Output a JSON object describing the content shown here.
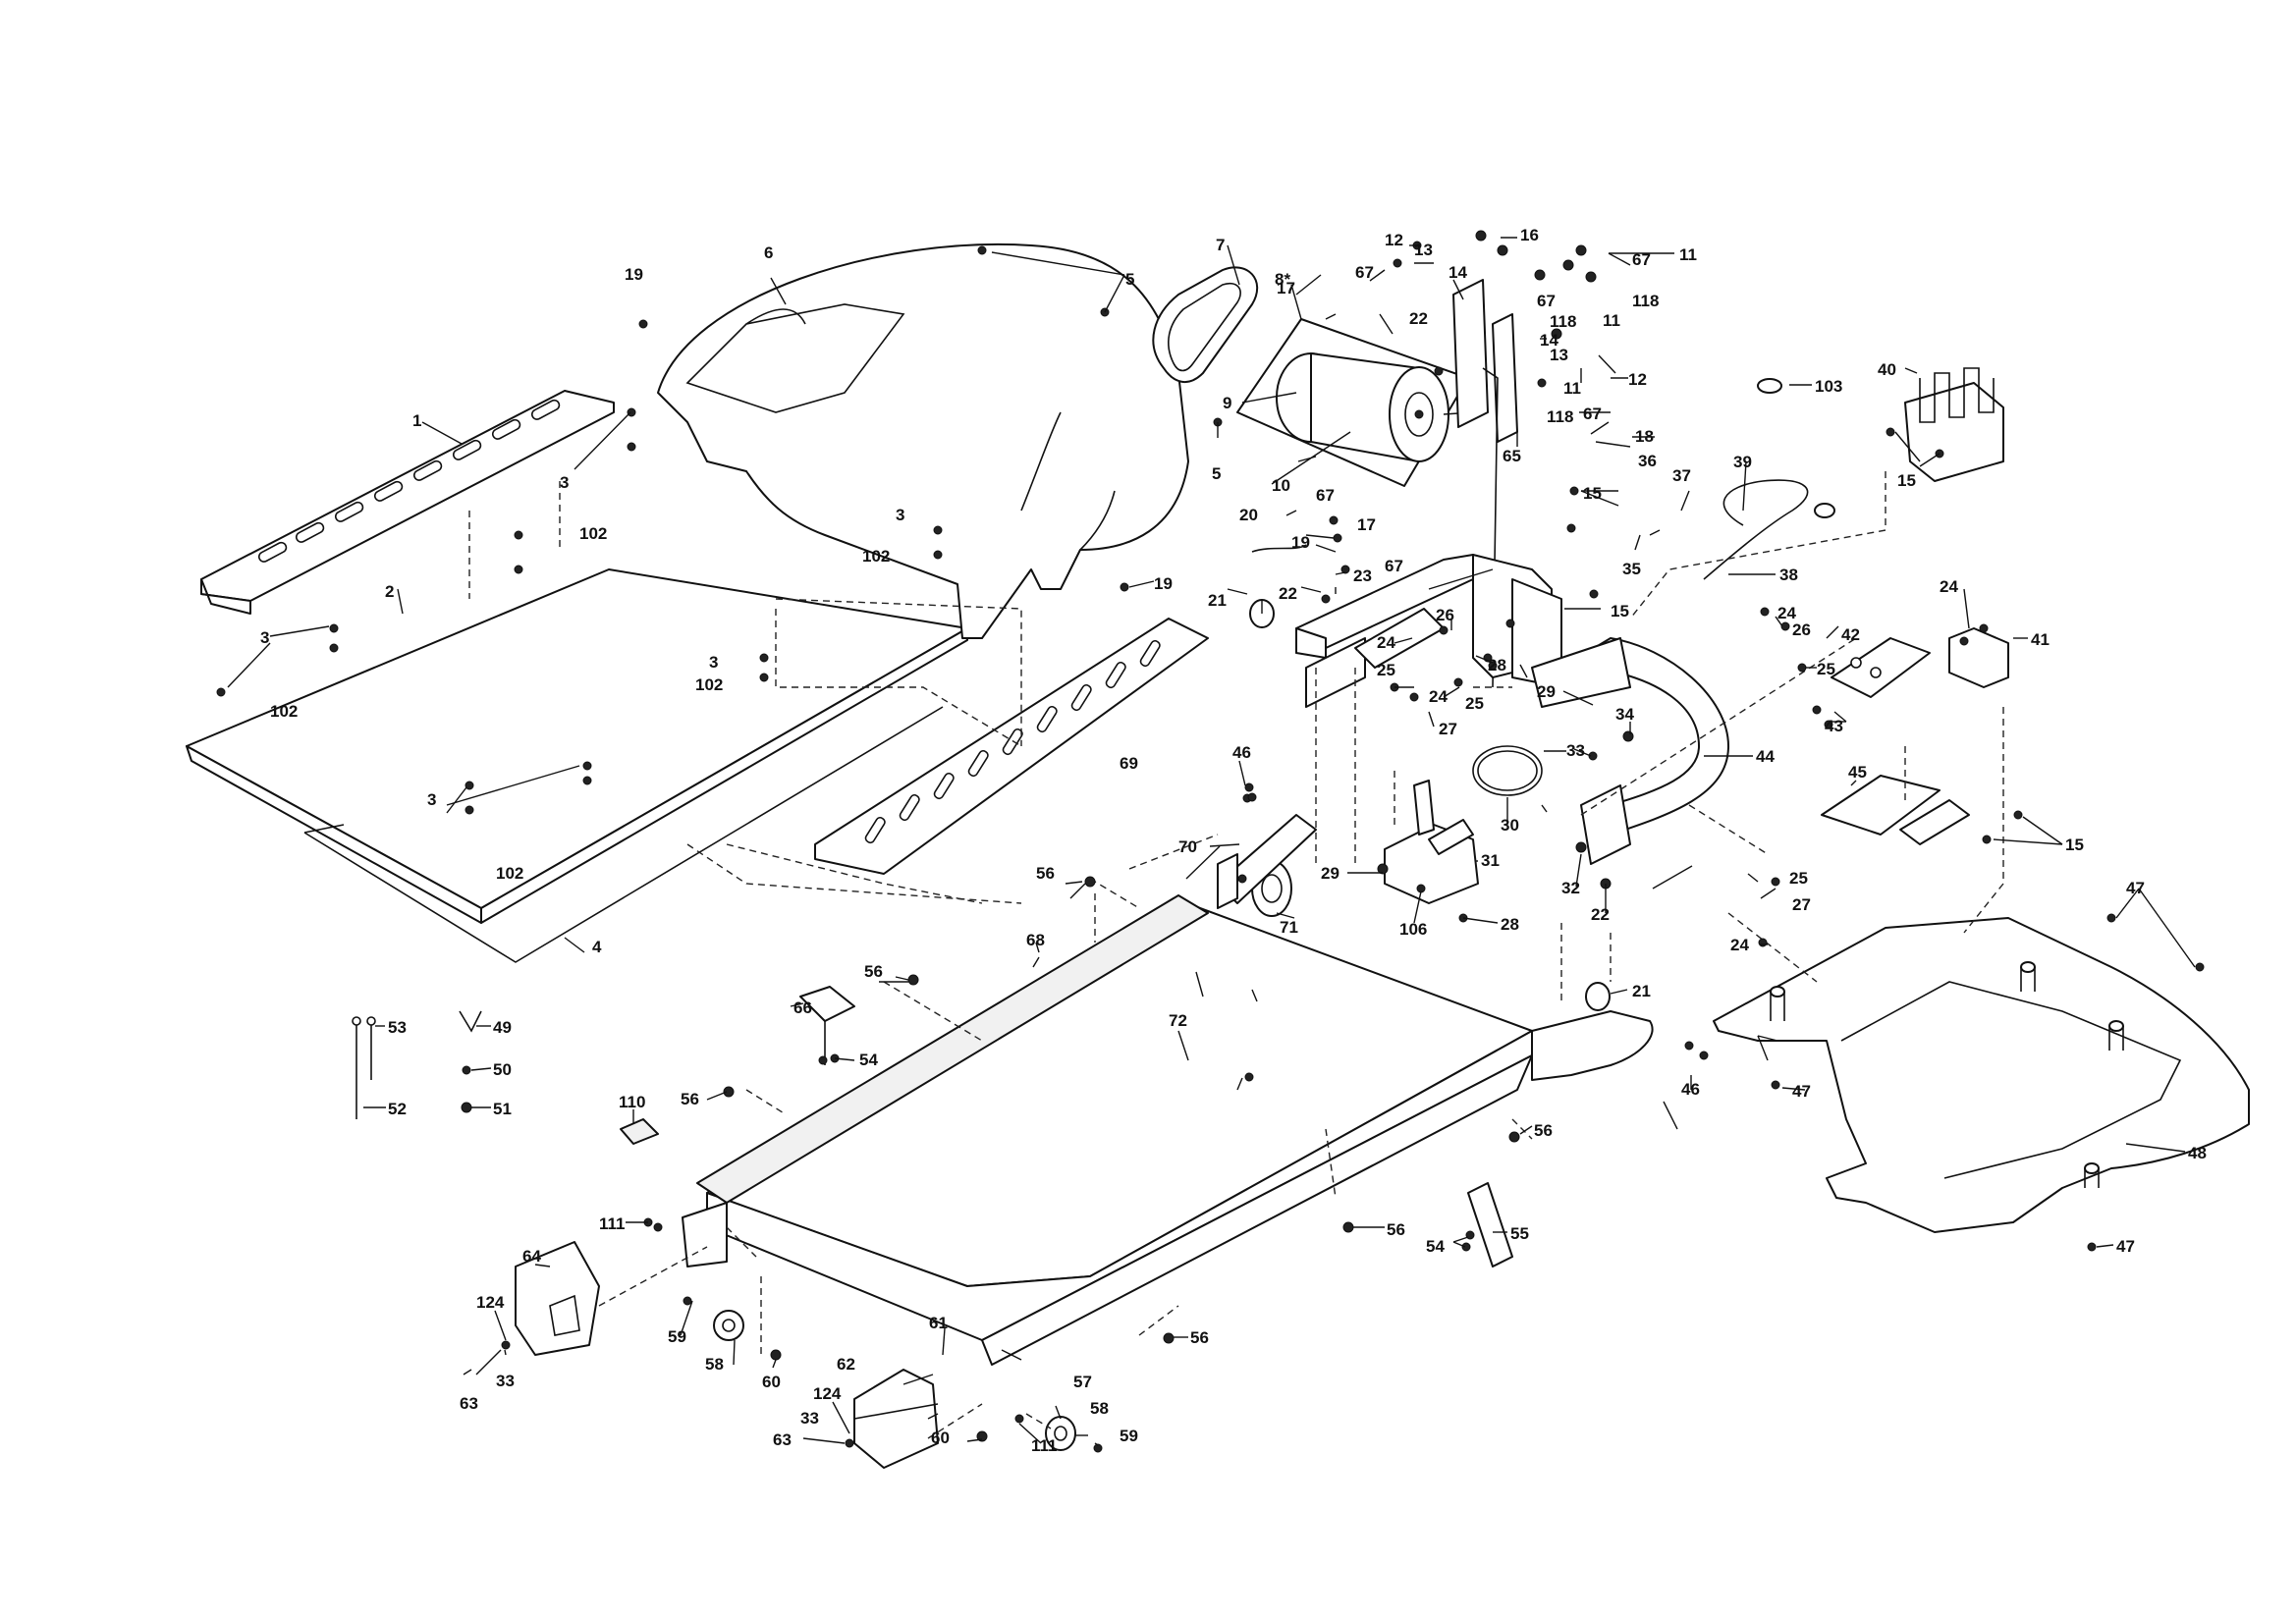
{
  "callouts": {
    "n1": "1",
    "n2": "2",
    "n3": "3",
    "n4": "4",
    "n5": "5",
    "n6": "6",
    "n7": "7",
    "n8": "8*",
    "n9": "9",
    "n10": "10",
    "n11": "11",
    "n12": "12",
    "n13": "13",
    "n14": "14",
    "n15": "15",
    "n16": "16",
    "n17": "17",
    "n18": "18",
    "n19": "19",
    "n20": "20",
    "n21": "21",
    "n22": "22",
    "n23": "23",
    "n24": "24",
    "n25": "25",
    "n26": "26",
    "n27": "27",
    "n28": "28",
    "n29": "29",
    "n30": "30",
    "n31": "31",
    "n32": "32",
    "n33": "33",
    "n34": "34",
    "n35": "35",
    "n36": "36",
    "n37": "37",
    "n38": "38",
    "n39": "39",
    "n40": "40",
    "n41": "41",
    "n42": "42",
    "n43": "43",
    "n44": "44",
    "n45": "45",
    "n46": "46",
    "n47": "47",
    "n48": "48",
    "n49": "49",
    "n50": "50",
    "n51": "51",
    "n52": "52",
    "n53": "53",
    "n54": "54",
    "n55": "55",
    "n56": "56",
    "n57": "57",
    "n58": "58",
    "n59": "59",
    "n60": "60",
    "n61": "61",
    "n62": "62",
    "n63": "63",
    "n64": "64",
    "n65": "65",
    "n66": "66",
    "n67": "67",
    "n68": "68",
    "n69": "69",
    "n70": "70",
    "n71": "71",
    "n72": "72",
    "n102": "102",
    "n103": "103",
    "n106": "106",
    "n110": "110",
    "n111": "111",
    "n118": "118",
    "n124": "124"
  }
}
